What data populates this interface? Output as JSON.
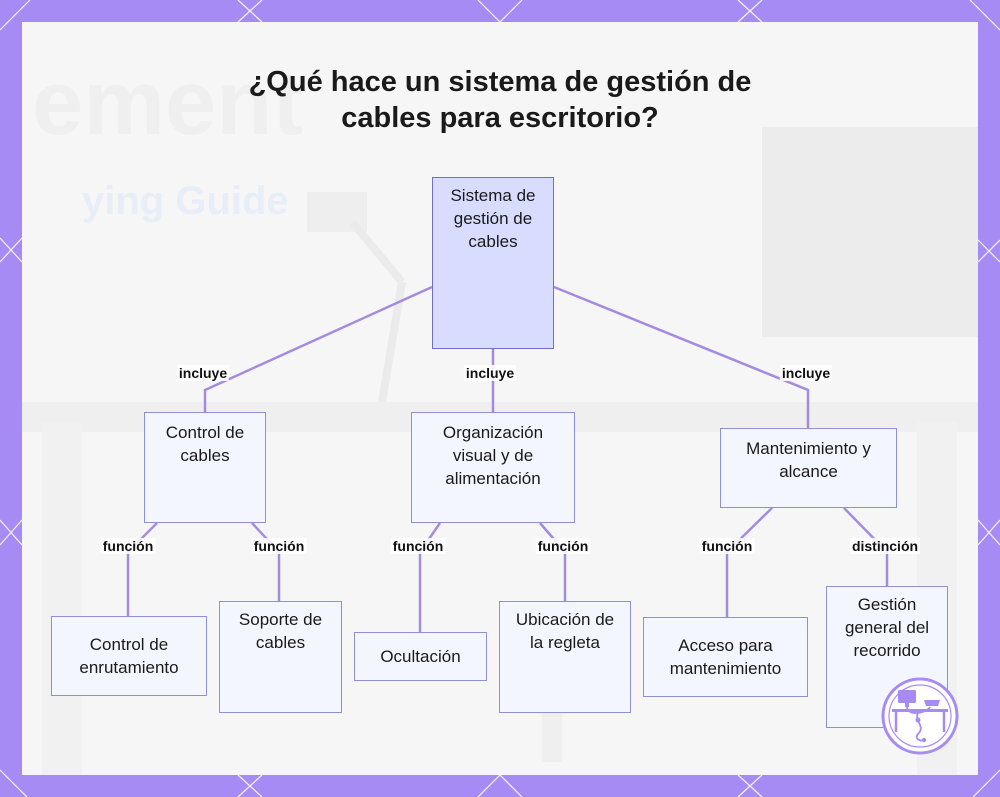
{
  "title_lines": [
    "¿Qué hace un sistema de gestión de",
    "cables para escritorio?"
  ],
  "nodes": {
    "root": "Sistema de gestión de cables",
    "control": "Control de cables",
    "organizacion": "Organización visual y de alimentación",
    "mantenimiento": "Mantenimiento y alcance",
    "enrutamiento": "Control de enrutamiento",
    "soporte": "Soporte de cables",
    "ocultacion": "Ocultación",
    "regleta": "Ubicación de la regleta",
    "acceso": "Acceso para mantenimiento",
    "recorrido": "Gestión general del recorrido"
  },
  "edge_labels": {
    "root_control": "incluye",
    "root_organizacion": "incluye",
    "root_mantenimiento": "incluye",
    "control_enrutamiento": "función",
    "control_soporte": "función",
    "organizacion_ocultacion": "función",
    "organizacion_regleta": "función",
    "mantenimiento_acceso": "función",
    "mantenimiento_recorrido": "distinción"
  },
  "background_watermark": [
    "ement",
    "ying Guide"
  ],
  "colors": {
    "frame": "#a78bf5",
    "edge": "#a58be0",
    "node_border": "#8f8fd8",
    "root_fill": "#d8dcff",
    "node_fill": "#f4f6ff",
    "logo": "#a78bf5"
  },
  "icons": {
    "logo": "desk-cable-logo-icon"
  }
}
